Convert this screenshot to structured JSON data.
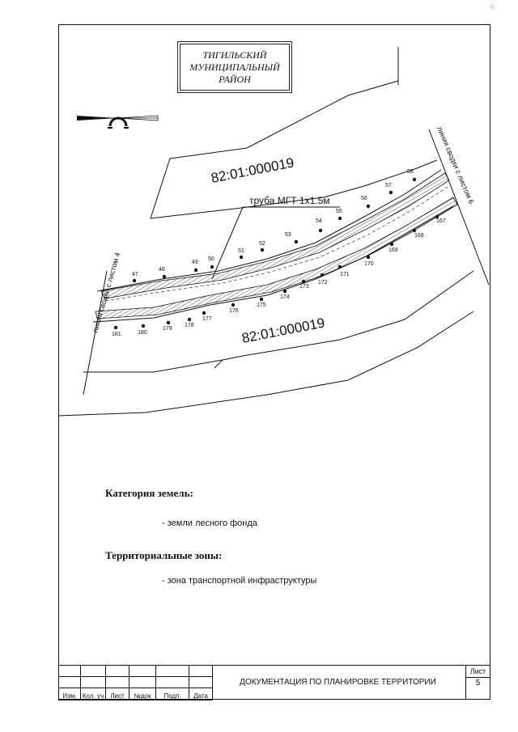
{
  "corner_mark": "\\\\",
  "district": {
    "lines": [
      "ТИГИЛЬСКИЙ",
      "МУНИЦИПАЛЬНЫЙ",
      "РАЙОН"
    ]
  },
  "map": {
    "parcel_upper": "82:01:000019",
    "parcel_lower": "82:01:000019",
    "pipe_label": "труба МГТ 1x1.5м",
    "match_line_left": "линия сводки с листом 4",
    "match_line_right": "линия сводки с листом 6",
    "upper_points": [
      "47",
      "48",
      "49",
      "50",
      "51",
      "52",
      "53",
      "54",
      "55",
      "56",
      "57",
      "58"
    ],
    "lower_points": [
      "181",
      "180",
      "179",
      "178",
      "177",
      "176",
      "175",
      "174",
      "173",
      "172",
      "171",
      "170",
      "169",
      "168",
      "167"
    ]
  },
  "legend": {
    "category_heading": "Категория земель:",
    "category_item": "- земли лесного фонда",
    "zones_heading": "Территориальные зоны:",
    "zones_item": "- зона транспортной инфраструктуры"
  },
  "title_block": {
    "columns": [
      "Изм.",
      "Кол. уч",
      "Лист",
      "№док",
      "Подп.",
      "Дата"
    ],
    "document_title": "ДОКУМЕНТАЦИЯ ПО ПЛАНИРОВКЕ ТЕРРИТОРИИ",
    "sheet_label": "Лист",
    "sheet_number": "5"
  }
}
